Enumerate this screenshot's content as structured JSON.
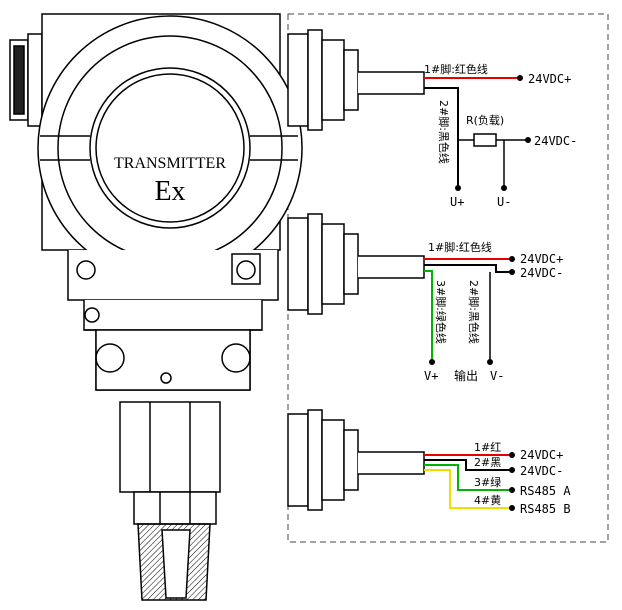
{
  "transmitter": {
    "label": "TRANSMITTER",
    "mark": "Ex"
  },
  "wiring": {
    "two_wire": {
      "wire1": "1#脚:红色线",
      "wire2": "2#脚:黑色线",
      "load": "R(负载)",
      "supply_plus": "24VDC+",
      "supply_minus": "24VDC-",
      "terminal_plus": "U+",
      "terminal_minus": "U-"
    },
    "three_wire": {
      "wire1": "1#脚:红色线",
      "wire2": "2#脚:黑色线",
      "wire3": "3#脚:绿色线",
      "supply_plus": "24VDC+",
      "supply_minus": "24VDC-",
      "terminal_plus": "V+",
      "terminal_out": "输出",
      "terminal_minus": "V-"
    },
    "rs485": {
      "wire1": "1#红",
      "wire2": "2#黑",
      "wire3": "3#绿",
      "wire4": "4#黄",
      "supply_plus": "24VDC+",
      "supply_minus": "24VDC-",
      "bus_a": "RS485 A",
      "bus_b": "RS485 B"
    }
  },
  "colors": {
    "red_wire": "#e60000",
    "black_wire": "#000000",
    "green_wire": "#00b400",
    "yellow_wire": "#f0e000",
    "outline": "#000000"
  }
}
